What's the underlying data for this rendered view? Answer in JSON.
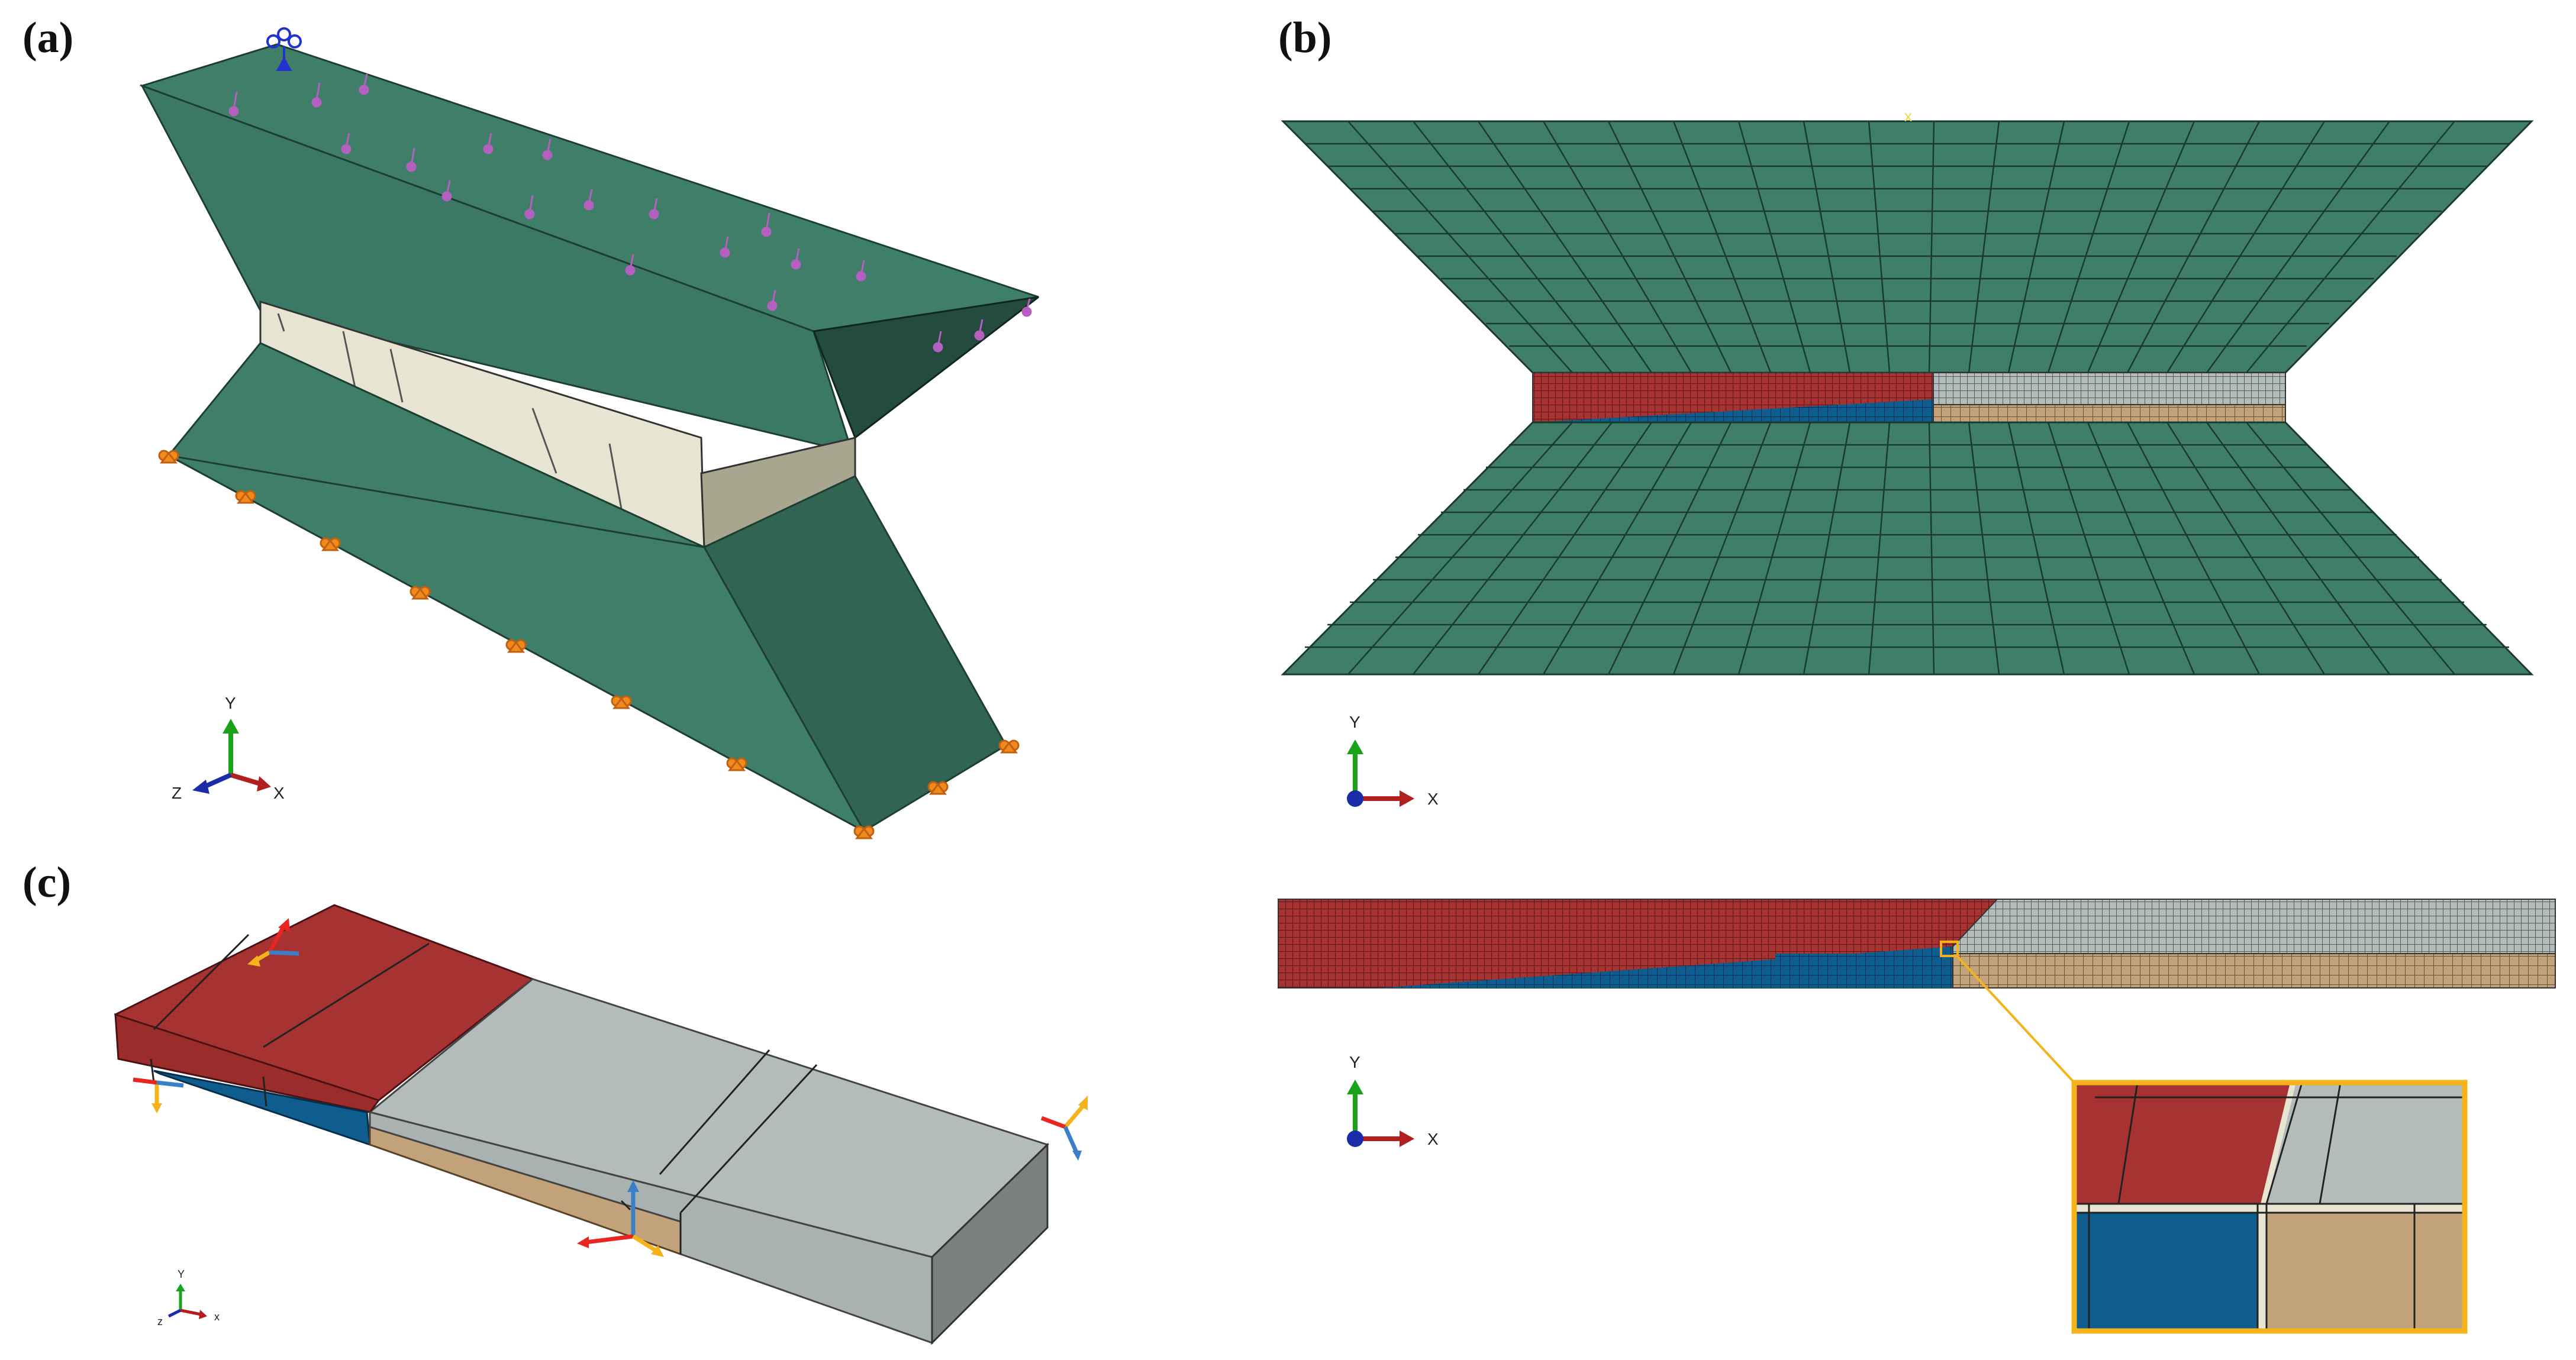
{
  "panels": {
    "a": {
      "label": "(a)"
    },
    "b": {
      "label": "(b)"
    },
    "c": {
      "label": "(c)"
    }
  },
  "triads": {
    "a": {
      "y": "Y",
      "x": "X",
      "z": "Z"
    },
    "b_top": {
      "y": "Y",
      "x": "X"
    },
    "b_bottom": {
      "y": "Y",
      "x": "X"
    },
    "c": {
      "y": "Y",
      "x": "x",
      "z": "z"
    }
  },
  "colors": {
    "fixture_green": "#3f7f69",
    "adhesive_cream": "#e8e4d2",
    "adherend_red": "#a63232",
    "adherend_blue": "#0f5d8f",
    "adherend_gray": "#b4bbbb",
    "adherend_tan": "#c2a27b",
    "boundary_orange": "#f08a1c",
    "load_purple": "#b55fc0",
    "zoom_frame": "#f4b31a"
  }
}
